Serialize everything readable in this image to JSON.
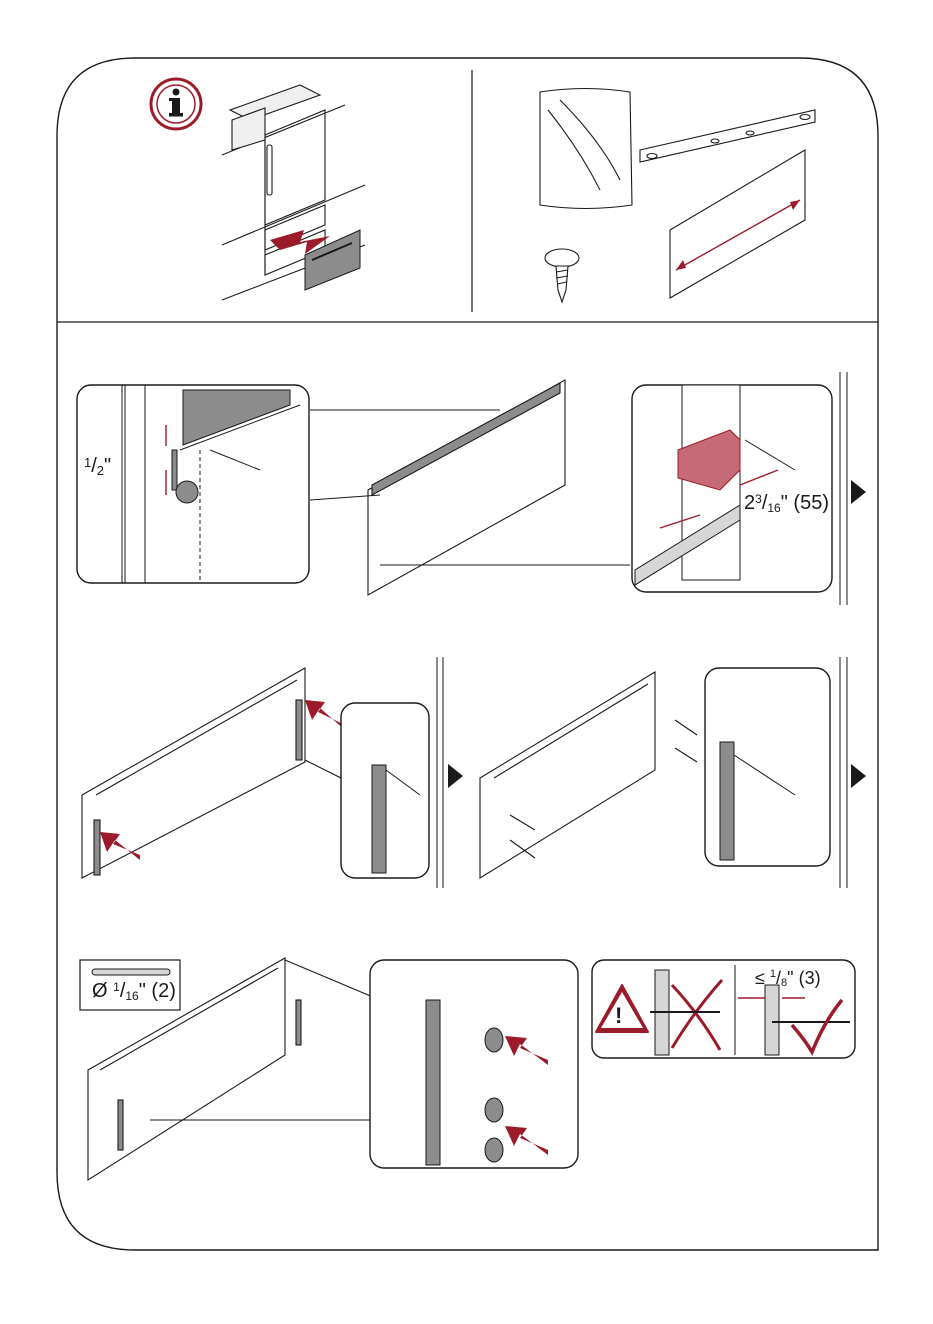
{
  "colors": {
    "accent_red": "#9b1b2a",
    "outline": "#1a1a1a",
    "panel_gray": "#8c8c8c",
    "light_gray": "#d6d6d6"
  },
  "icons": {
    "info": "info-icon",
    "next_step": "triangle-right-icon",
    "warning": "warning-triangle-icon",
    "wrong": "cross-icon",
    "correct": "checkmark-icon"
  },
  "section1": {
    "info_glyph": "i"
  },
  "section2": {
    "half_inch_whole": "",
    "half_inch_num": "1",
    "half_inch_den": "2",
    "half_inch_unit": "\"",
    "offset_whole": "2",
    "offset_num": "3",
    "offset_den": "16",
    "offset_unit": "\"",
    "offset_metric": "(55)"
  },
  "section4": {
    "drill_symbol": "Ø",
    "drill_num": "1",
    "drill_den": "16",
    "drill_unit": "\"",
    "drill_metric": "(2)",
    "gap_symbol": "≤",
    "gap_num": "1",
    "gap_den": "8",
    "gap_unit": "\"",
    "gap_metric": "(3)",
    "warning_glyph": "!"
  }
}
